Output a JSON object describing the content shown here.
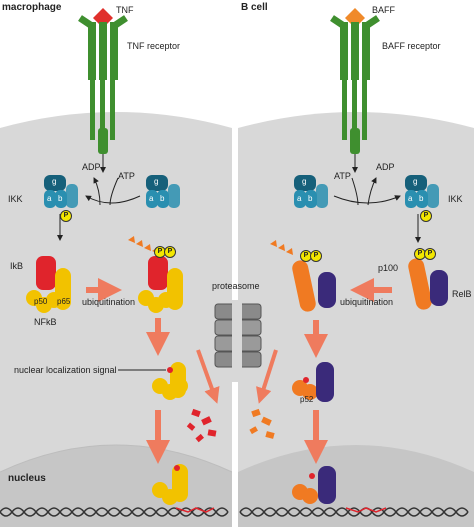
{
  "left_panel": {
    "title": "macrophage",
    "ligand": "TNF",
    "receptor": "TNF receptor",
    "adp": "ADP",
    "atp": "ATP",
    "ikk": "IKK",
    "ikb": "IkB",
    "p50": "p50",
    "p65": "p65",
    "nfkb": "NFkB",
    "ubiquitination": "ubiquitination",
    "nls": "nuclear localization signal",
    "nucleus": "nucleus"
  },
  "right_panel": {
    "title": "B cell",
    "ligand": "BAFF",
    "receptor": "BAFF receptor",
    "atp": "ATP",
    "adp": "ADP",
    "ikk": "IKK",
    "p100": "p100",
    "relb": "RelB",
    "ubiquitination": "ubiquitination",
    "p52": "p52"
  },
  "center": {
    "proteasome": "proteasome"
  },
  "ikk_subunits": {
    "g": "g",
    "a": "a",
    "b": "b"
  },
  "phospho": "P",
  "colors": {
    "cytoplasm": "#d8d8d8",
    "nucleus": "#c6c6c6",
    "receptor": "#3f8f2f",
    "tnf": "#e0302c",
    "baff": "#f08a2a",
    "ikk_teal": "#2a8fb0",
    "ikk_dark": "#16607a",
    "ikb_red": "#e0242c",
    "yellow": "#f2c200",
    "orange": "#f07a22",
    "purple": "#3a2a7a",
    "arrow_salmon": "#ef7b5e"
  }
}
